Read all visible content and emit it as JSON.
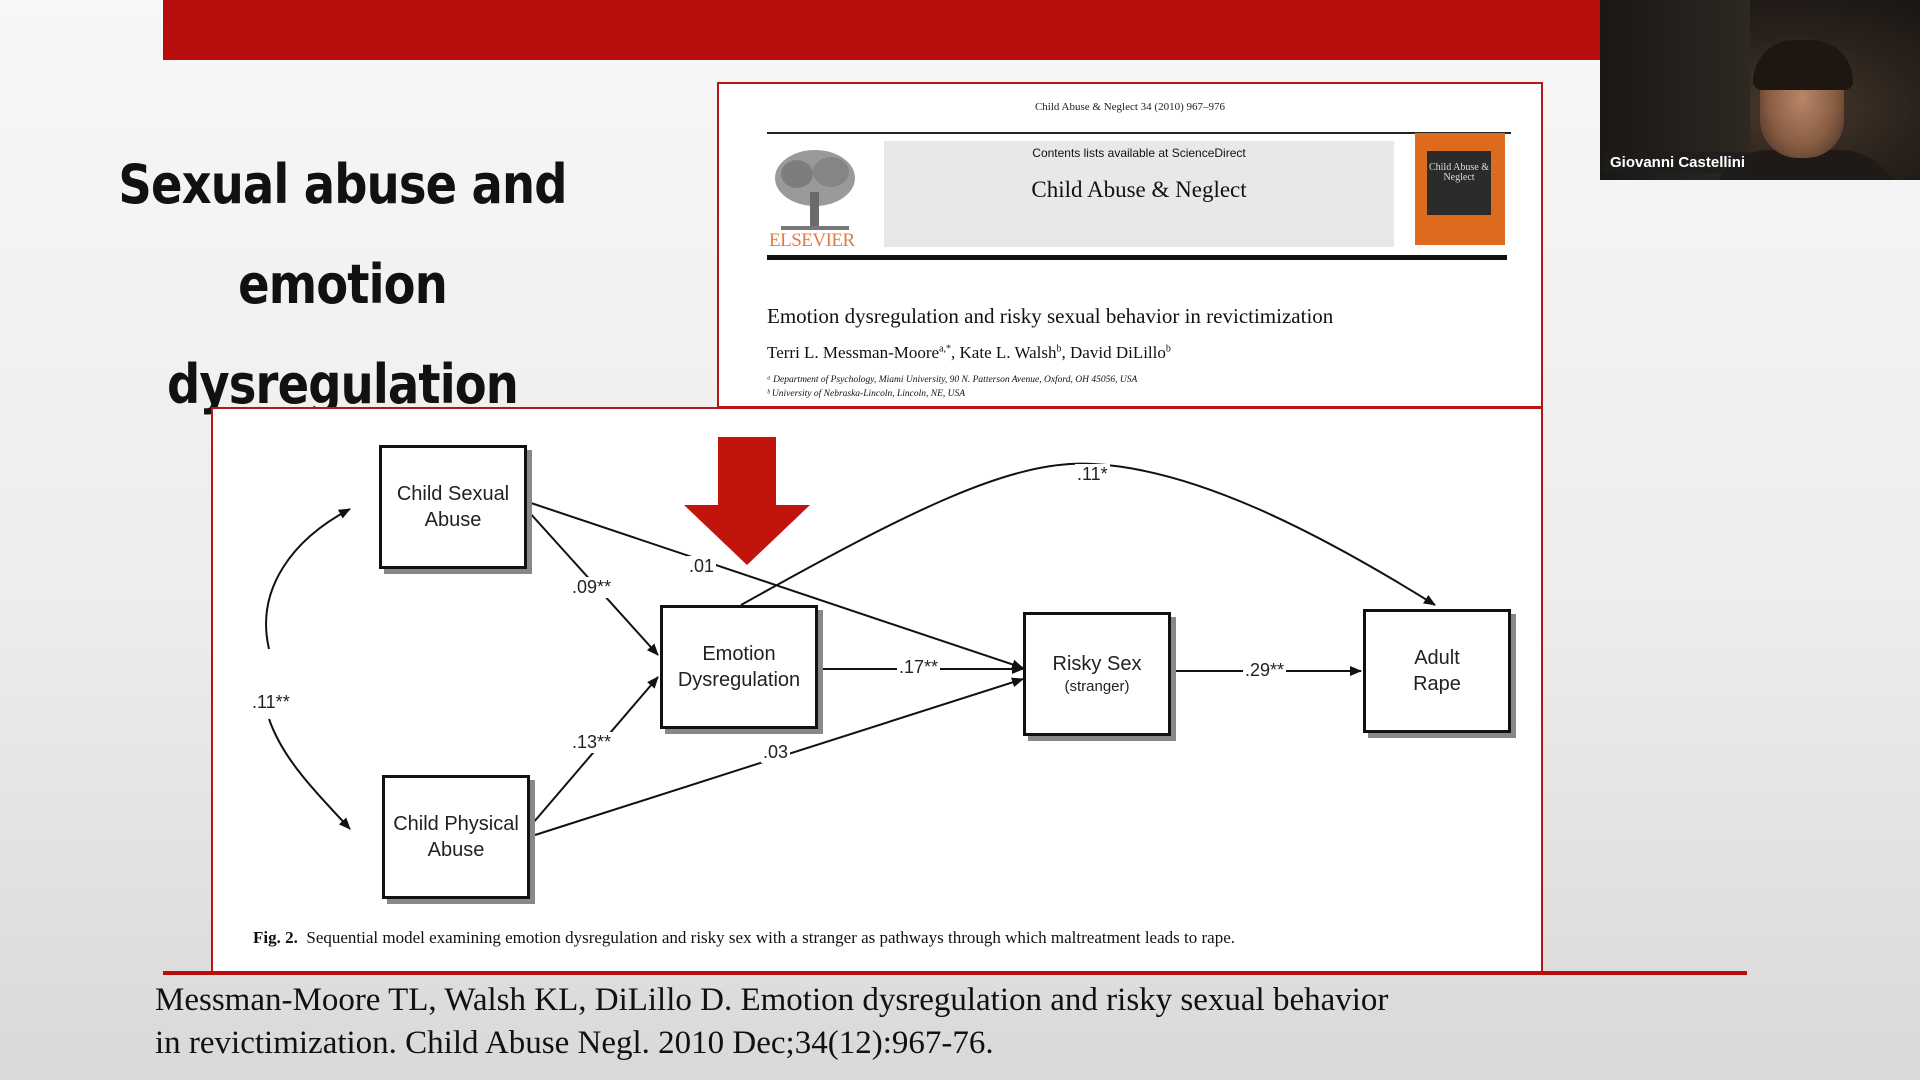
{
  "slide": {
    "title_line1": "Sexual abuse and",
    "title_line2": "emotion dysregulation",
    "reference_line1": "Messman-Moore TL, Walsh KL, DiLillo D. Emotion dysregulation and risky sexual behavior",
    "reference_line2": "in revictimization. Child Abuse Negl. 2010 Dec;34(12):967-76."
  },
  "paper": {
    "citation": "Child Abuse & Neglect 34 (2010) 967–976",
    "contents_line": "Contents lists available at ScienceDirect",
    "journal_name": "Child Abuse & Neglect",
    "publisher": "ELSEVIER",
    "cover_text": "Child Abuse & Neglect",
    "title": "Emotion dysregulation and risky sexual behavior in revictimization",
    "authors": [
      "Terri L. Messman-Moore",
      "Kate L. Walsh",
      "David DiLillo"
    ],
    "author_marks": [
      "a,*",
      "b",
      "b"
    ],
    "affiliation_a": "ᵃ Department of Psychology, Miami University, 90 N. Patterson Avenue, Oxford, OH 45056, USA",
    "affiliation_b": "ᵇ University of Nebraska-Lincoln, Lincoln, NE, USA"
  },
  "figure": {
    "caption_label": "Fig. 2.",
    "caption_text": "Sequential model examining emotion dysregulation and risky sex with a stranger as pathways through which maltreatment leads to rape.",
    "nodes": {
      "csa_1": "Child Sexual",
      "csa_2": "Abuse",
      "cpa_1": "Child Physical",
      "cpa_2": "Abuse",
      "ed_1": "Emotion",
      "ed_2": "Dysregulation",
      "rs_1": "Risky Sex",
      "rs_2": "(stranger)",
      "ar_1": "Adult",
      "ar_2": "Rape"
    },
    "coefficients": {
      "csa_cpa": ".11**",
      "csa_ed": ".09**",
      "csa_rs": ".01",
      "cpa_ed": ".13**",
      "cpa_rs": ".03",
      "ed_rs": ".17**",
      "rs_ar": ".29**",
      "ed_ar": ".11*"
    },
    "highlight_arrow_color": "#c0140c"
  },
  "webcam": {
    "participant_name": "Giovanni Castellini"
  },
  "colors": {
    "accent_red": "#b80d0d"
  }
}
